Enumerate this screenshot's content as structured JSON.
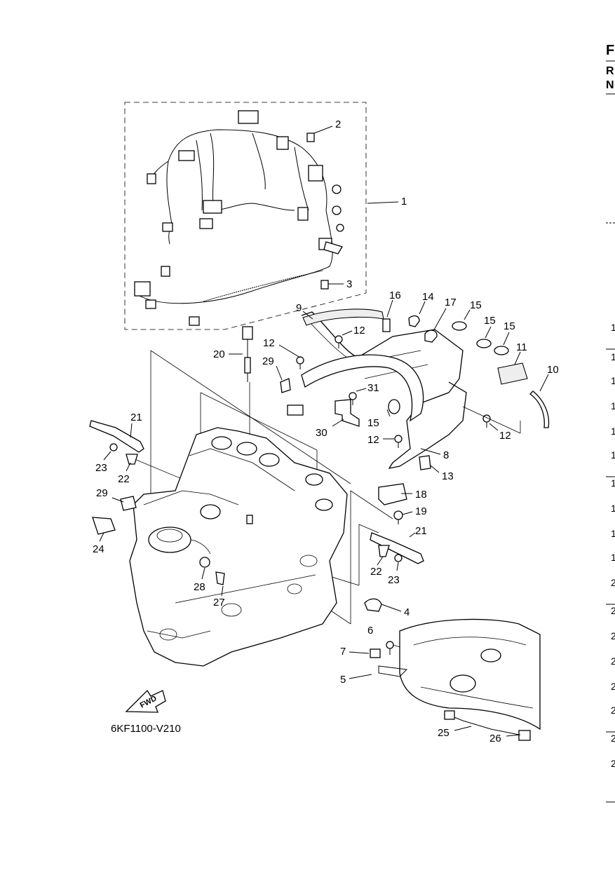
{
  "header": {
    "letters": [
      "F",
      "R",
      "N"
    ]
  },
  "drawing_code": "6KF1100-V210",
  "fwd_label": "FWD",
  "callouts": [
    "1",
    "2",
    "3",
    "4",
    "5",
    "6",
    "7",
    "8",
    "9",
    "10",
    "11",
    "12",
    "12",
    "12",
    "12",
    "13",
    "14",
    "15",
    "15",
    "15",
    "15",
    "16",
    "17",
    "18",
    "19",
    "20",
    "21",
    "21",
    "22",
    "22",
    "23",
    "23",
    "24",
    "25",
    "26",
    "27",
    "28",
    "29",
    "29",
    "30",
    "31"
  ],
  "edge_numbers": [
    "1",
    "1",
    "1",
    "1",
    "1",
    "1",
    "1",
    "1",
    "1",
    "1",
    "2",
    "2",
    "2",
    "2",
    "2",
    "2",
    "2",
    "2"
  ]
}
